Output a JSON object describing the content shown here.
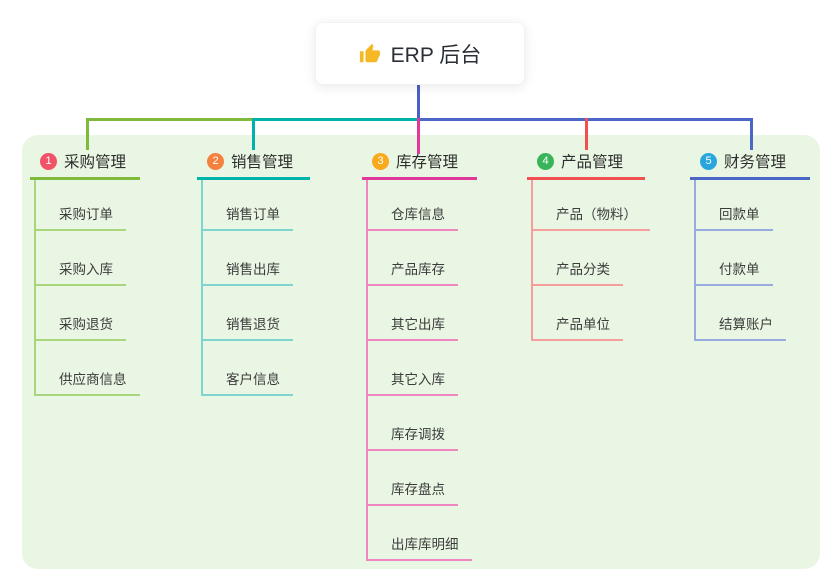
{
  "root": {
    "label": "ERP 后台",
    "icon": "thumbs-up-icon"
  },
  "branches": [
    {
      "badge": "1",
      "label": "采购管理",
      "badge_color": "#f25268",
      "line_color": "#7fba3d",
      "child_line_color": "#a9d57d",
      "children": [
        "采购订单",
        "采购入库",
        "采购退货",
        "供应商信息"
      ]
    },
    {
      "badge": "2",
      "label": "销售管理",
      "badge_color": "#f5813e",
      "line_color": "#00b3aa",
      "child_line_color": "#7fd4cd",
      "children": [
        "销售订单",
        "销售出库",
        "销售退货",
        "客户信息"
      ]
    },
    {
      "badge": "3",
      "label": "库存管理",
      "badge_color": "#f9a91e",
      "line_color": "#df3a9b",
      "child_line_color": "#ef86c0",
      "children": [
        "仓库信息",
        "产品库存",
        "其它出库",
        "其它入库",
        "库存调拨",
        "库存盘点",
        "出库库明细"
      ]
    },
    {
      "badge": "4",
      "label": "产品管理",
      "badge_color": "#38b55a",
      "line_color": "#f0504f",
      "child_line_color": "#f59e9c",
      "children": [
        "产品（物料）",
        "产品分类",
        "产品单位"
      ]
    },
    {
      "badge": "5",
      "label": "财务管理",
      "badge_color": "#2aa6de",
      "line_color": "#4a67c8",
      "child_line_color": "#98abe0",
      "children": [
        "回款单",
        "付款单",
        "结算账户"
      ]
    }
  ],
  "colors": {
    "canvas_bg": "#ffffff",
    "panel_bg": "#e9f6e3",
    "root_line": "#4c5fc9",
    "thumb_icon": "#f6b926"
  }
}
